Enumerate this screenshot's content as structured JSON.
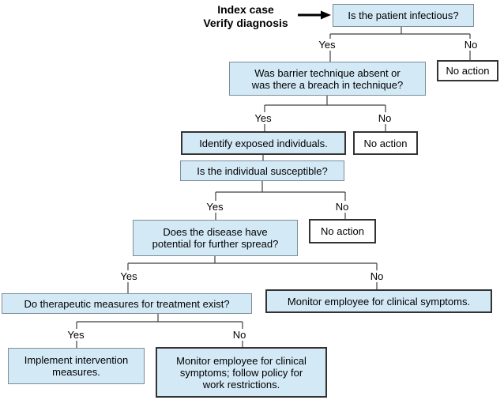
{
  "colors": {
    "background": "#ffffff",
    "box_fill": "#d3e9f6",
    "thin_border": "#7c8e99",
    "thick_border": "#333333",
    "no_action_fill": "#ffffff",
    "connector": "#3f3f3f",
    "arrow": "#000000",
    "text": "#000000"
  },
  "flowchart": {
    "annotation": [
      "Index case",
      "Verify diagnosis"
    ],
    "nodes": {
      "q_infectious": "Is the patient infectious?",
      "no_action_top": "No action",
      "q_barrier": [
        "Was barrier technique absent or",
        "was there a breach in technique?"
      ],
      "identify_exposed": "Identify exposed individuals.",
      "no_action_mid": "No action",
      "q_susceptible": "Is the individual susceptible?",
      "q_spread": [
        "Does the disease have",
        "potential for further spread?"
      ],
      "no_action_lower": "No action",
      "q_treatment": "Do therapeutic measures for treatment exist?",
      "monitor_symptoms": "Monitor employee for clinical symptoms.",
      "implement_measures": [
        "Implement intervention",
        "measures."
      ],
      "monitor_restrictions": [
        "Monitor employee for clinical",
        "symptoms; follow policy for",
        "work restrictions."
      ]
    },
    "branches": {
      "infectious_yes": "Yes",
      "infectious_no": "No",
      "barrier_yes": "Yes",
      "barrier_no": "No",
      "susceptible_yes": "Yes",
      "susceptible_no": "No",
      "spread_yes": "Yes",
      "spread_no": "No",
      "treatment_yes": "Yes",
      "treatment_no": "No"
    }
  }
}
